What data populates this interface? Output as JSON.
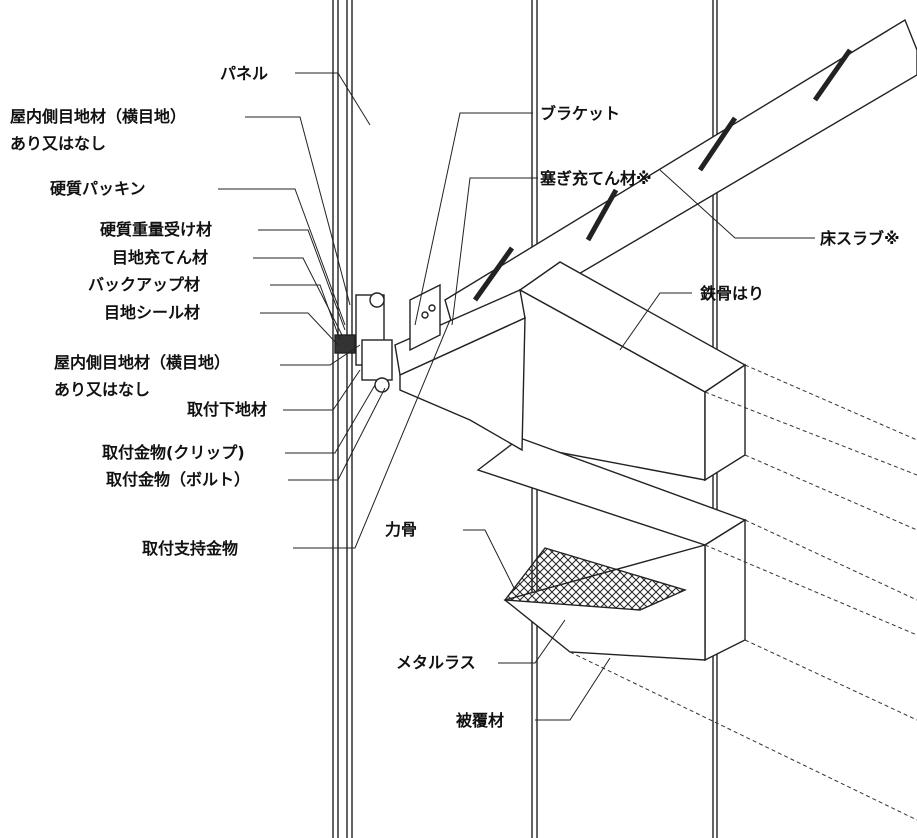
{
  "labels": {
    "panel": "パネル",
    "inner_joint_1a": "屋内側目地材（横目地）",
    "inner_joint_1b": "あり又はなし",
    "hard_packing": "硬質パッキン",
    "hard_weight_receiver": "硬質重量受け材",
    "joint_filler": "目地充てん材",
    "backup_material": "バックアップ材",
    "joint_sealant": "目地シール材",
    "inner_joint_2a": "屋内側目地材（横目地）",
    "inner_joint_2b": "あり又はなし",
    "mounting_base": "取付下地材",
    "mounting_clip": "取付金物(クリップ)",
    "mounting_bolt": "取付金物（ボルト）",
    "mounting_support": "取付支持金物",
    "bracket": "ブラケット",
    "gap_filler": "塞ぎ充てん材※",
    "floor_slab": "床スラブ※",
    "steel_beam": "鉄骨はり",
    "rebar": "力骨",
    "metal_lath": "メタルラス",
    "fireproof_cover": "被覆材"
  }
}
